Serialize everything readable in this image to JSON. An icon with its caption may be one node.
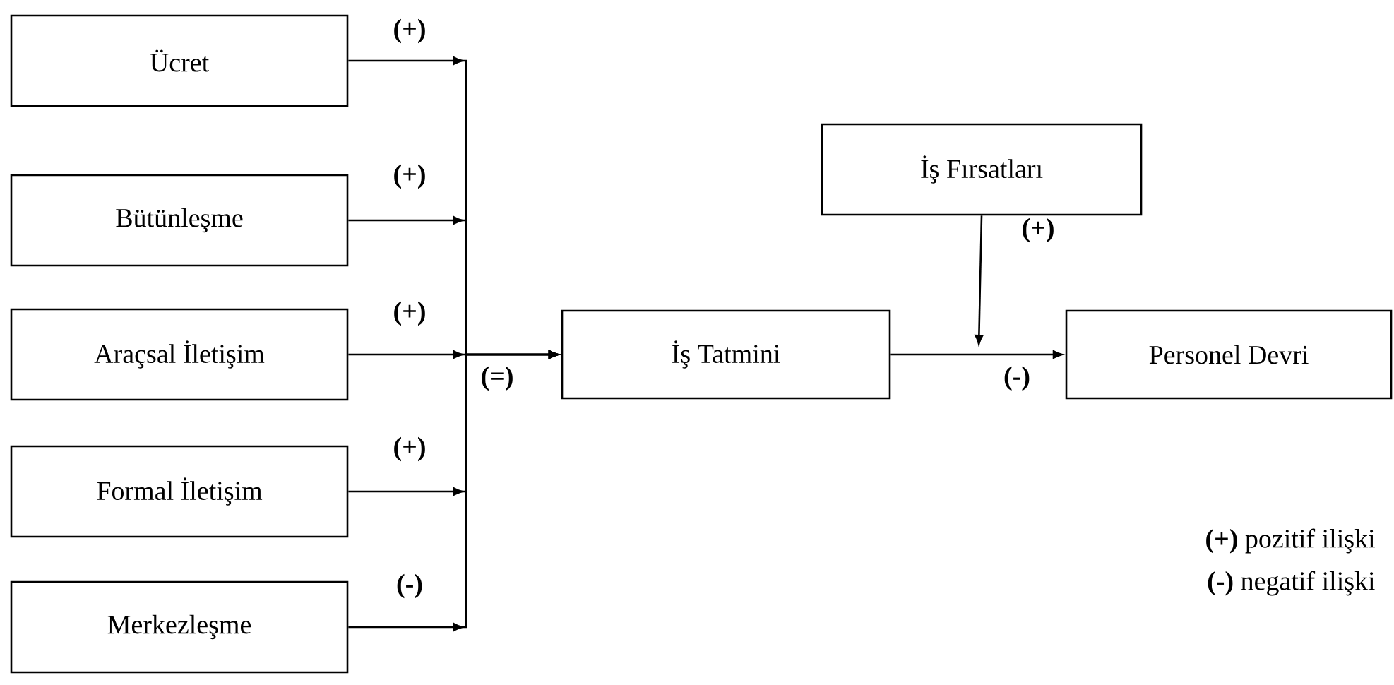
{
  "diagram": {
    "nodes": [
      {
        "text": [
          "Ücret"
        ]
      },
      {
        "text": [
          "Bütünleşme"
        ]
      },
      {
        "text": [
          "Araçsal İletişim"
        ]
      },
      {
        "text": [
          "Formal İletişim"
        ]
      },
      {
        "text": [
          "Merkezleşme"
        ]
      },
      {
        "text": [
          "İş Tatmini"
        ]
      },
      {
        "text": [
          "Personel Devri"
        ]
      },
      {
        "text": [
          "İş Fırsatları"
        ]
      }
    ],
    "edges": [
      {
        "from": 0,
        "to": 5,
        "arrow": "to",
        "label": "(+)"
      },
      {
        "from": 1,
        "to": 5,
        "arrow": "to",
        "label": "(+)"
      },
      {
        "from": 2,
        "to": 5,
        "arrow": "to",
        "label": "(+)"
      },
      {
        "from": 3,
        "to": 5,
        "arrow": "to",
        "label": "(+)"
      },
      {
        "from": 4,
        "to": 5,
        "arrow": "to",
        "label": "(-)"
      },
      {
        "from": 5,
        "to": 6,
        "arrow": "to",
        "label": "(-)"
      },
      {
        "from": 7,
        "to": null,
        "arrow": "to",
        "label": "(+)"
      }
    ],
    "labels": [
      "(=)",
      "**(+)** pozitif ilişki",
      "**(-)** negatif ilişki"
    ]
  }
}
